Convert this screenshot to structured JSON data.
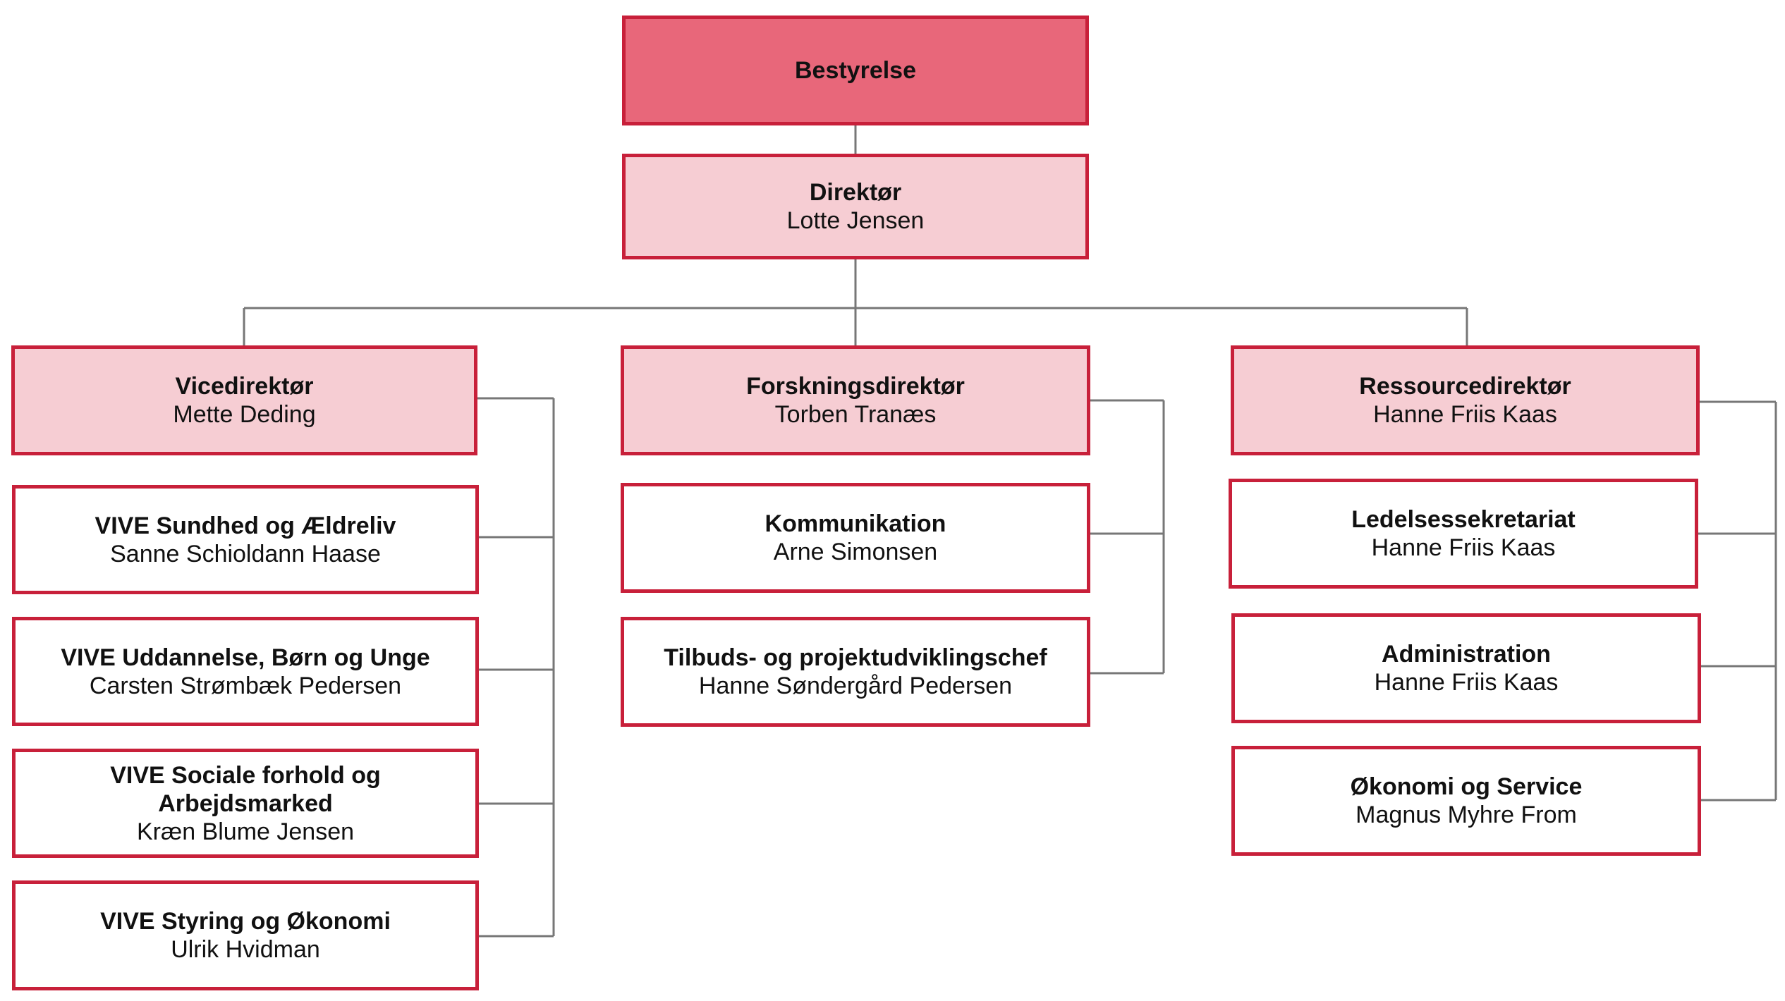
{
  "board": {
    "title": "Bestyrelse"
  },
  "director": {
    "title": "Direktør",
    "name": "Lotte Jensen"
  },
  "vice": {
    "title": "Vicedirektør",
    "name": "Mette Deding",
    "units": [
      {
        "title": "VIVE Sundhed og Ældreliv",
        "name": "Sanne Schioldann Haase"
      },
      {
        "title": "VIVE Uddannelse, Børn og Unge",
        "name": "Carsten Strømbæk Pedersen"
      },
      {
        "title": "VIVE Sociale forhold og Arbejdsmarked",
        "name": "Kræn Blume Jensen"
      },
      {
        "title": "VIVE Styring og Økonomi",
        "name": "Ulrik Hvidman"
      }
    ]
  },
  "research": {
    "title": "Forskningsdirektør",
    "name": "Torben Tranæs",
    "units": [
      {
        "title": "Kommunikation",
        "name": "Arne Simonsen"
      },
      {
        "title": "Tilbuds- og projektudviklingschef",
        "name": "Hanne Søndergård Pedersen"
      }
    ]
  },
  "resource": {
    "title": "Ressourcedirektør",
    "name": "Hanne Friis Kaas",
    "units": [
      {
        "title": "Ledelsessekretariat",
        "name": "Hanne Friis Kaas"
      },
      {
        "title": "Administration",
        "name": "Hanne Friis Kaas"
      },
      {
        "title": "Økonomi og Service",
        "name": "Magnus Myhre From"
      }
    ]
  },
  "colors": {
    "border": "#c8203a",
    "board_fill": "#e8677a",
    "leader_fill": "#f6cdd3",
    "unit_fill": "#ffffff",
    "connector": "#777777"
  }
}
